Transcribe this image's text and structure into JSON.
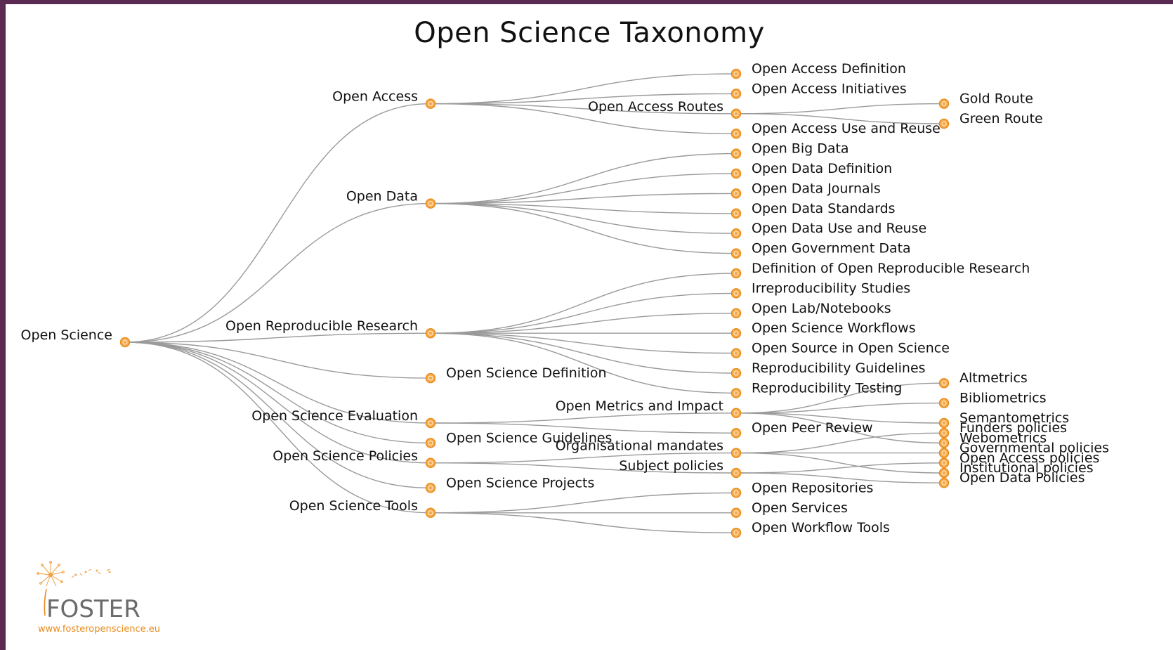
{
  "title": "Open Science Taxonomy",
  "logo": {
    "name": "FOSTER",
    "url": "www.fosteropenscience.eu"
  },
  "colors": {
    "frame": "#5a2a52",
    "node": "#f6a94a",
    "node_stroke": "#e98d1e",
    "link": "#9a9a9a",
    "brand": "#e88a1c"
  },
  "tree": {
    "name": "Open Science",
    "children": [
      {
        "name": "Open Access",
        "children": [
          {
            "name": "Open Access Definition"
          },
          {
            "name": "Open Access Initiatives"
          },
          {
            "name": "Open Access Routes",
            "children": [
              {
                "name": "Gold Route"
              },
              {
                "name": "Green Route"
              }
            ]
          },
          {
            "name": "Open Access Use and Reuse"
          }
        ]
      },
      {
        "name": "Open Data",
        "children": [
          {
            "name": "Open Big Data"
          },
          {
            "name": "Open Data Definition"
          },
          {
            "name": "Open Data Journals"
          },
          {
            "name": "Open Data Standards"
          },
          {
            "name": "Open Data Use and Reuse"
          },
          {
            "name": "Open Government Data"
          }
        ]
      },
      {
        "name": "Open Reproducible Research",
        "children": [
          {
            "name": "Definition of Open Reproducible Research"
          },
          {
            "name": "Irreproducibility Studies"
          },
          {
            "name": "Open Lab/Notebooks"
          },
          {
            "name": "Open Science Workflows"
          },
          {
            "name": "Open Source in Open Science"
          },
          {
            "name": "Reproducibility Guidelines"
          },
          {
            "name": "Reproducibility Testing"
          }
        ]
      },
      {
        "name": "Open Science Definition"
      },
      {
        "name": "Open Science Evaluation",
        "children": [
          {
            "name": "Open Metrics and Impact",
            "children": [
              {
                "name": "Altmetrics"
              },
              {
                "name": "Bibliometrics"
              },
              {
                "name": "Semantometrics"
              },
              {
                "name": "Webometrics"
              }
            ]
          },
          {
            "name": "Open Peer Review"
          }
        ]
      },
      {
        "name": "Open Science Guidelines"
      },
      {
        "name": "Open Science Policies",
        "children": [
          {
            "name": "Organisational mandates",
            "children": [
              {
                "name": "Funders policies"
              },
              {
                "name": "Governmental policies"
              },
              {
                "name": "Institutional policies"
              }
            ]
          },
          {
            "name": "Subject policies",
            "children": [
              {
                "name": "Open Access policies"
              },
              {
                "name": "Open Data Policies"
              }
            ]
          }
        ]
      },
      {
        "name": "Open Science Projects"
      },
      {
        "name": "Open Science Tools",
        "children": [
          {
            "name": "Open Repositories"
          },
          {
            "name": "Open Services"
          },
          {
            "name": "Open Workflow Tools"
          }
        ]
      }
    ]
  }
}
